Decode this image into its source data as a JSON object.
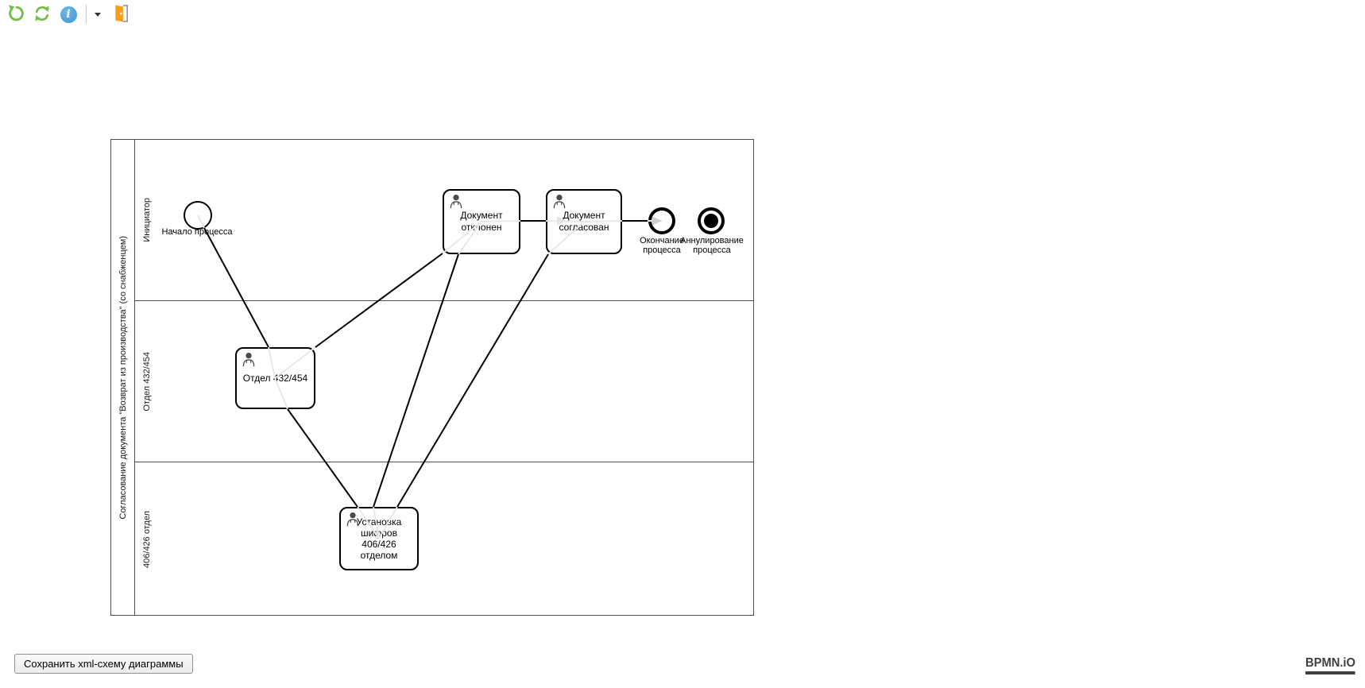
{
  "toolbar": {
    "undo_icon": "undo-arrow-green",
    "refresh_icon": "refresh-arrows-green",
    "info_icon": "info-circle-blue",
    "info_glyph": "i",
    "dropdown_icon": "caret-down",
    "exit_icon": "door-exit-orange"
  },
  "colors": {
    "icon_green": "#72bf44",
    "icon_blue": "#4aa0dc",
    "icon_orange": "#f79c1d",
    "pool_border": "#4d4d4d",
    "shape_stroke": "#000000",
    "logo_gray": "#3f3f3f"
  },
  "diagram": {
    "pool_title": "Согласование документа \"Возврат из производства\" (со снабженцем)",
    "lanes": [
      {
        "label": "Инициатор"
      },
      {
        "label": "Отдел 432/454"
      },
      {
        "label": "406/426 отдел"
      }
    ],
    "start_event": {
      "label": "Начало процесса"
    },
    "end_event": {
      "label": "Окончание процесса"
    },
    "terminate_event": {
      "label": "Аннулирование процесса"
    },
    "tasks": {
      "rejected": "Документ отклонен",
      "approved": "Документ согласован",
      "department": "Отдел 432/454",
      "ciphers": "Установка шифров 406/426 отделом"
    }
  },
  "footer": {
    "save_button_label": "Сохранить xml-схему диаграммы",
    "logo_text": "BPMN.iO"
  }
}
